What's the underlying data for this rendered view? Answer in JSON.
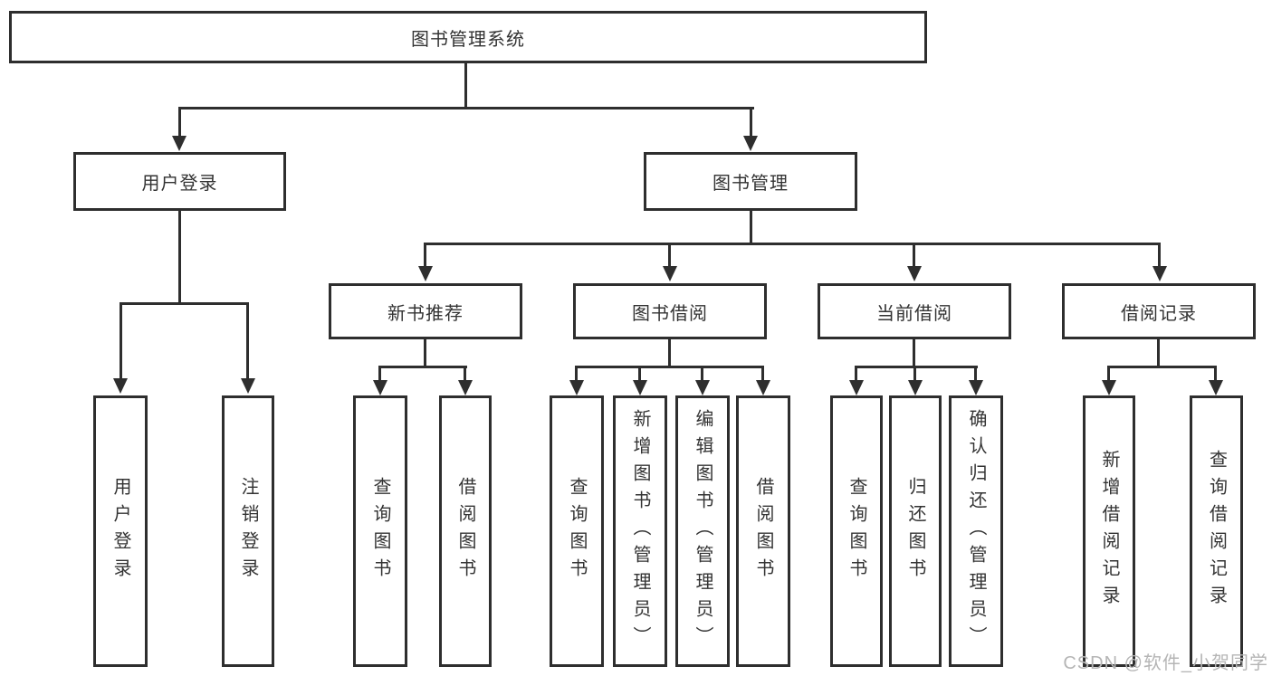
{
  "tree": {
    "label": "图书管理系统",
    "children": [
      {
        "label": "用户登录",
        "children": [
          {
            "label": "用户登录"
          },
          {
            "label": "注销登录"
          }
        ]
      },
      {
        "label": "图书管理",
        "children": [
          {
            "label": "新书推荐",
            "children": [
              {
                "label": "查询图书"
              },
              {
                "label": "借阅图书"
              }
            ]
          },
          {
            "label": "图书借阅",
            "children": [
              {
                "label": "查询图书"
              },
              {
                "label": "新增图书（管理员）"
              },
              {
                "label": "编辑图书（管理员）"
              },
              {
                "label": "借阅图书"
              }
            ]
          },
          {
            "label": "当前借阅",
            "children": [
              {
                "label": "查询图书"
              },
              {
                "label": "归还图书"
              },
              {
                "label": "确认归还（管理员）"
              }
            ]
          },
          {
            "label": "借阅记录",
            "children": [
              {
                "label": "新增借阅记录"
              },
              {
                "label": "查询借阅记录"
              }
            ]
          }
        ]
      }
    ]
  },
  "watermark": "CSDN @软件_小贺同学",
  "colors": {
    "line": "#2e2e2e",
    "text": "#333333",
    "watermark": "#b5b5b5",
    "background": "#ffffff"
  }
}
